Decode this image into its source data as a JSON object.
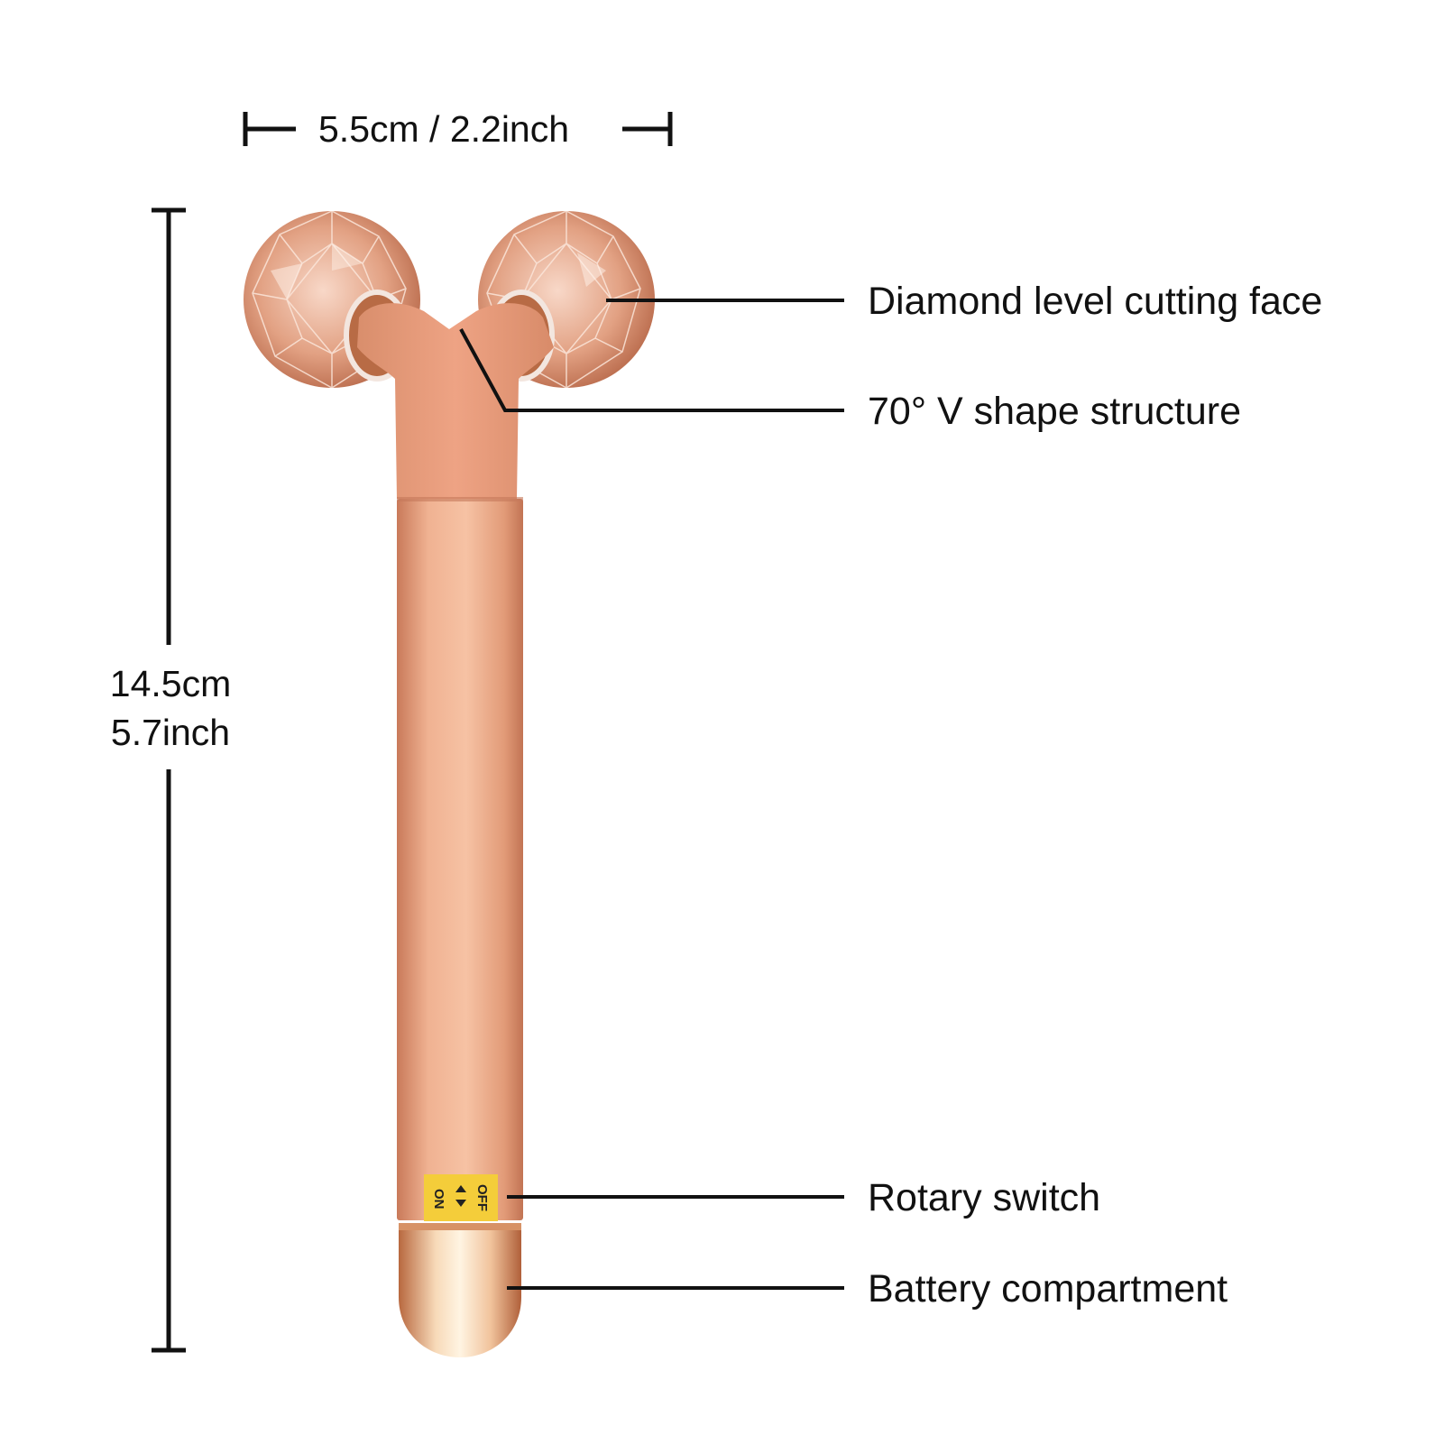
{
  "dimensions": {
    "width_label": "5.5cm / 2.2inch",
    "height_label_line1": "14.5cm",
    "height_label_line2": "5.7inch"
  },
  "callouts": [
    {
      "label": "Diamond level cutting face"
    },
    {
      "label": "70° V shape structure"
    },
    {
      "label": "Rotary switch"
    },
    {
      "label": "Battery compartment"
    }
  ],
  "switch_label": {
    "off": "OFF",
    "on": "ON"
  },
  "colors": {
    "rose_gold": "#e8a27e",
    "rose_gold_dark": "#c97c5c",
    "switch_yellow": "#f4cd3a",
    "line": "#111111"
  }
}
